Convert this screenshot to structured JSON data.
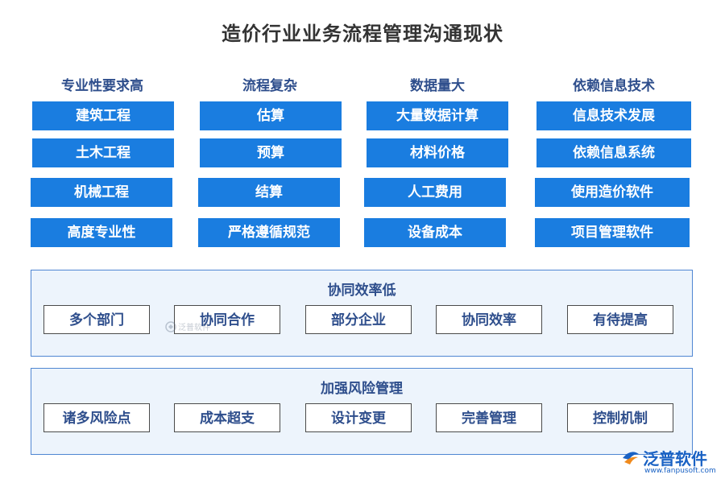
{
  "title": "造价行业业务流程管理沟通现状",
  "columns": [
    {
      "heading": "专业性要求高",
      "items": [
        "建筑工程",
        "土木工程",
        "机械工程",
        "高度专业性"
      ]
    },
    {
      "heading": "流程复杂",
      "items": [
        "估算",
        "预算",
        "结算",
        "严格遵循规范"
      ]
    },
    {
      "heading": "数据量大",
      "items": [
        "大量数据计算",
        "材料价格",
        "人工费用",
        "设备成本"
      ]
    },
    {
      "heading": "依赖信息技术",
      "items": [
        "信息技术发展",
        "依赖信息系统",
        "使用造价软件",
        "项目管理软件"
      ]
    }
  ],
  "panels": [
    {
      "title": "协同效率低",
      "items": [
        "多个部门",
        "协同合作",
        "部分企业",
        "协同效率",
        "有待提高"
      ]
    },
    {
      "title": "加强风险管理",
      "items": [
        "诸多风险点",
        "成本超支",
        "设计变更",
        "完善管理",
        "控制机制"
      ]
    }
  ],
  "logo": {
    "name": "泛普软件",
    "url": "www.fanpusoft.com"
  },
  "watermark": "泛普软件",
  "colors": {
    "cell": "#1a7de0",
    "heading": "#2e4e8c",
    "panel_bg": "#edf4fc",
    "panel_border": "#4f86d2"
  }
}
